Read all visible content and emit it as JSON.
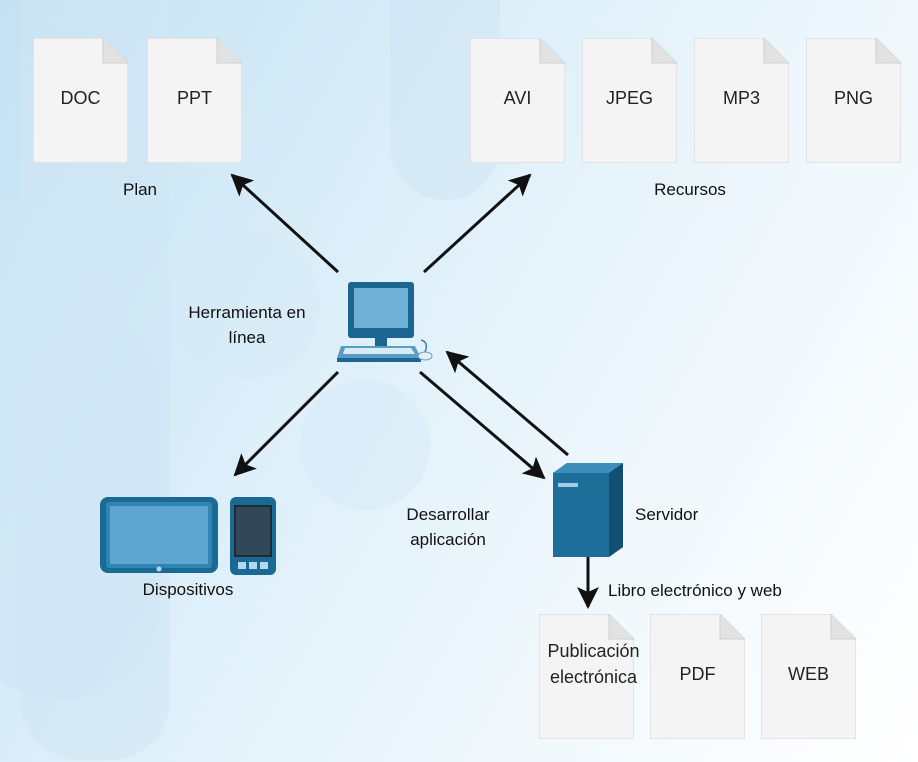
{
  "plan_group": {
    "label": "Plan",
    "files": [
      "DOC",
      "PPT"
    ]
  },
  "resources_group": {
    "label": "Recursos",
    "files": [
      "AVI",
      "JPEG",
      "MP3",
      "PNG"
    ]
  },
  "ebook_group": {
    "label": "Libro electrónico y web",
    "files": [
      "Publicación electrónica",
      "PDF",
      "WEB"
    ]
  },
  "nodes": {
    "online_tool": "Herramienta en línea",
    "devices": "Dispositivos",
    "server": "Servidor",
    "develop_app": "Desarrollar aplicación"
  },
  "colors": {
    "background_start": "#c3e1f3",
    "background_end": "#ffffff",
    "device_blue": "#1e6e9a",
    "arrow": "#111111"
  },
  "icons": [
    "desktop-computer-icon",
    "tablet-icon",
    "phone-icon",
    "server-icon",
    "document-icon"
  ]
}
